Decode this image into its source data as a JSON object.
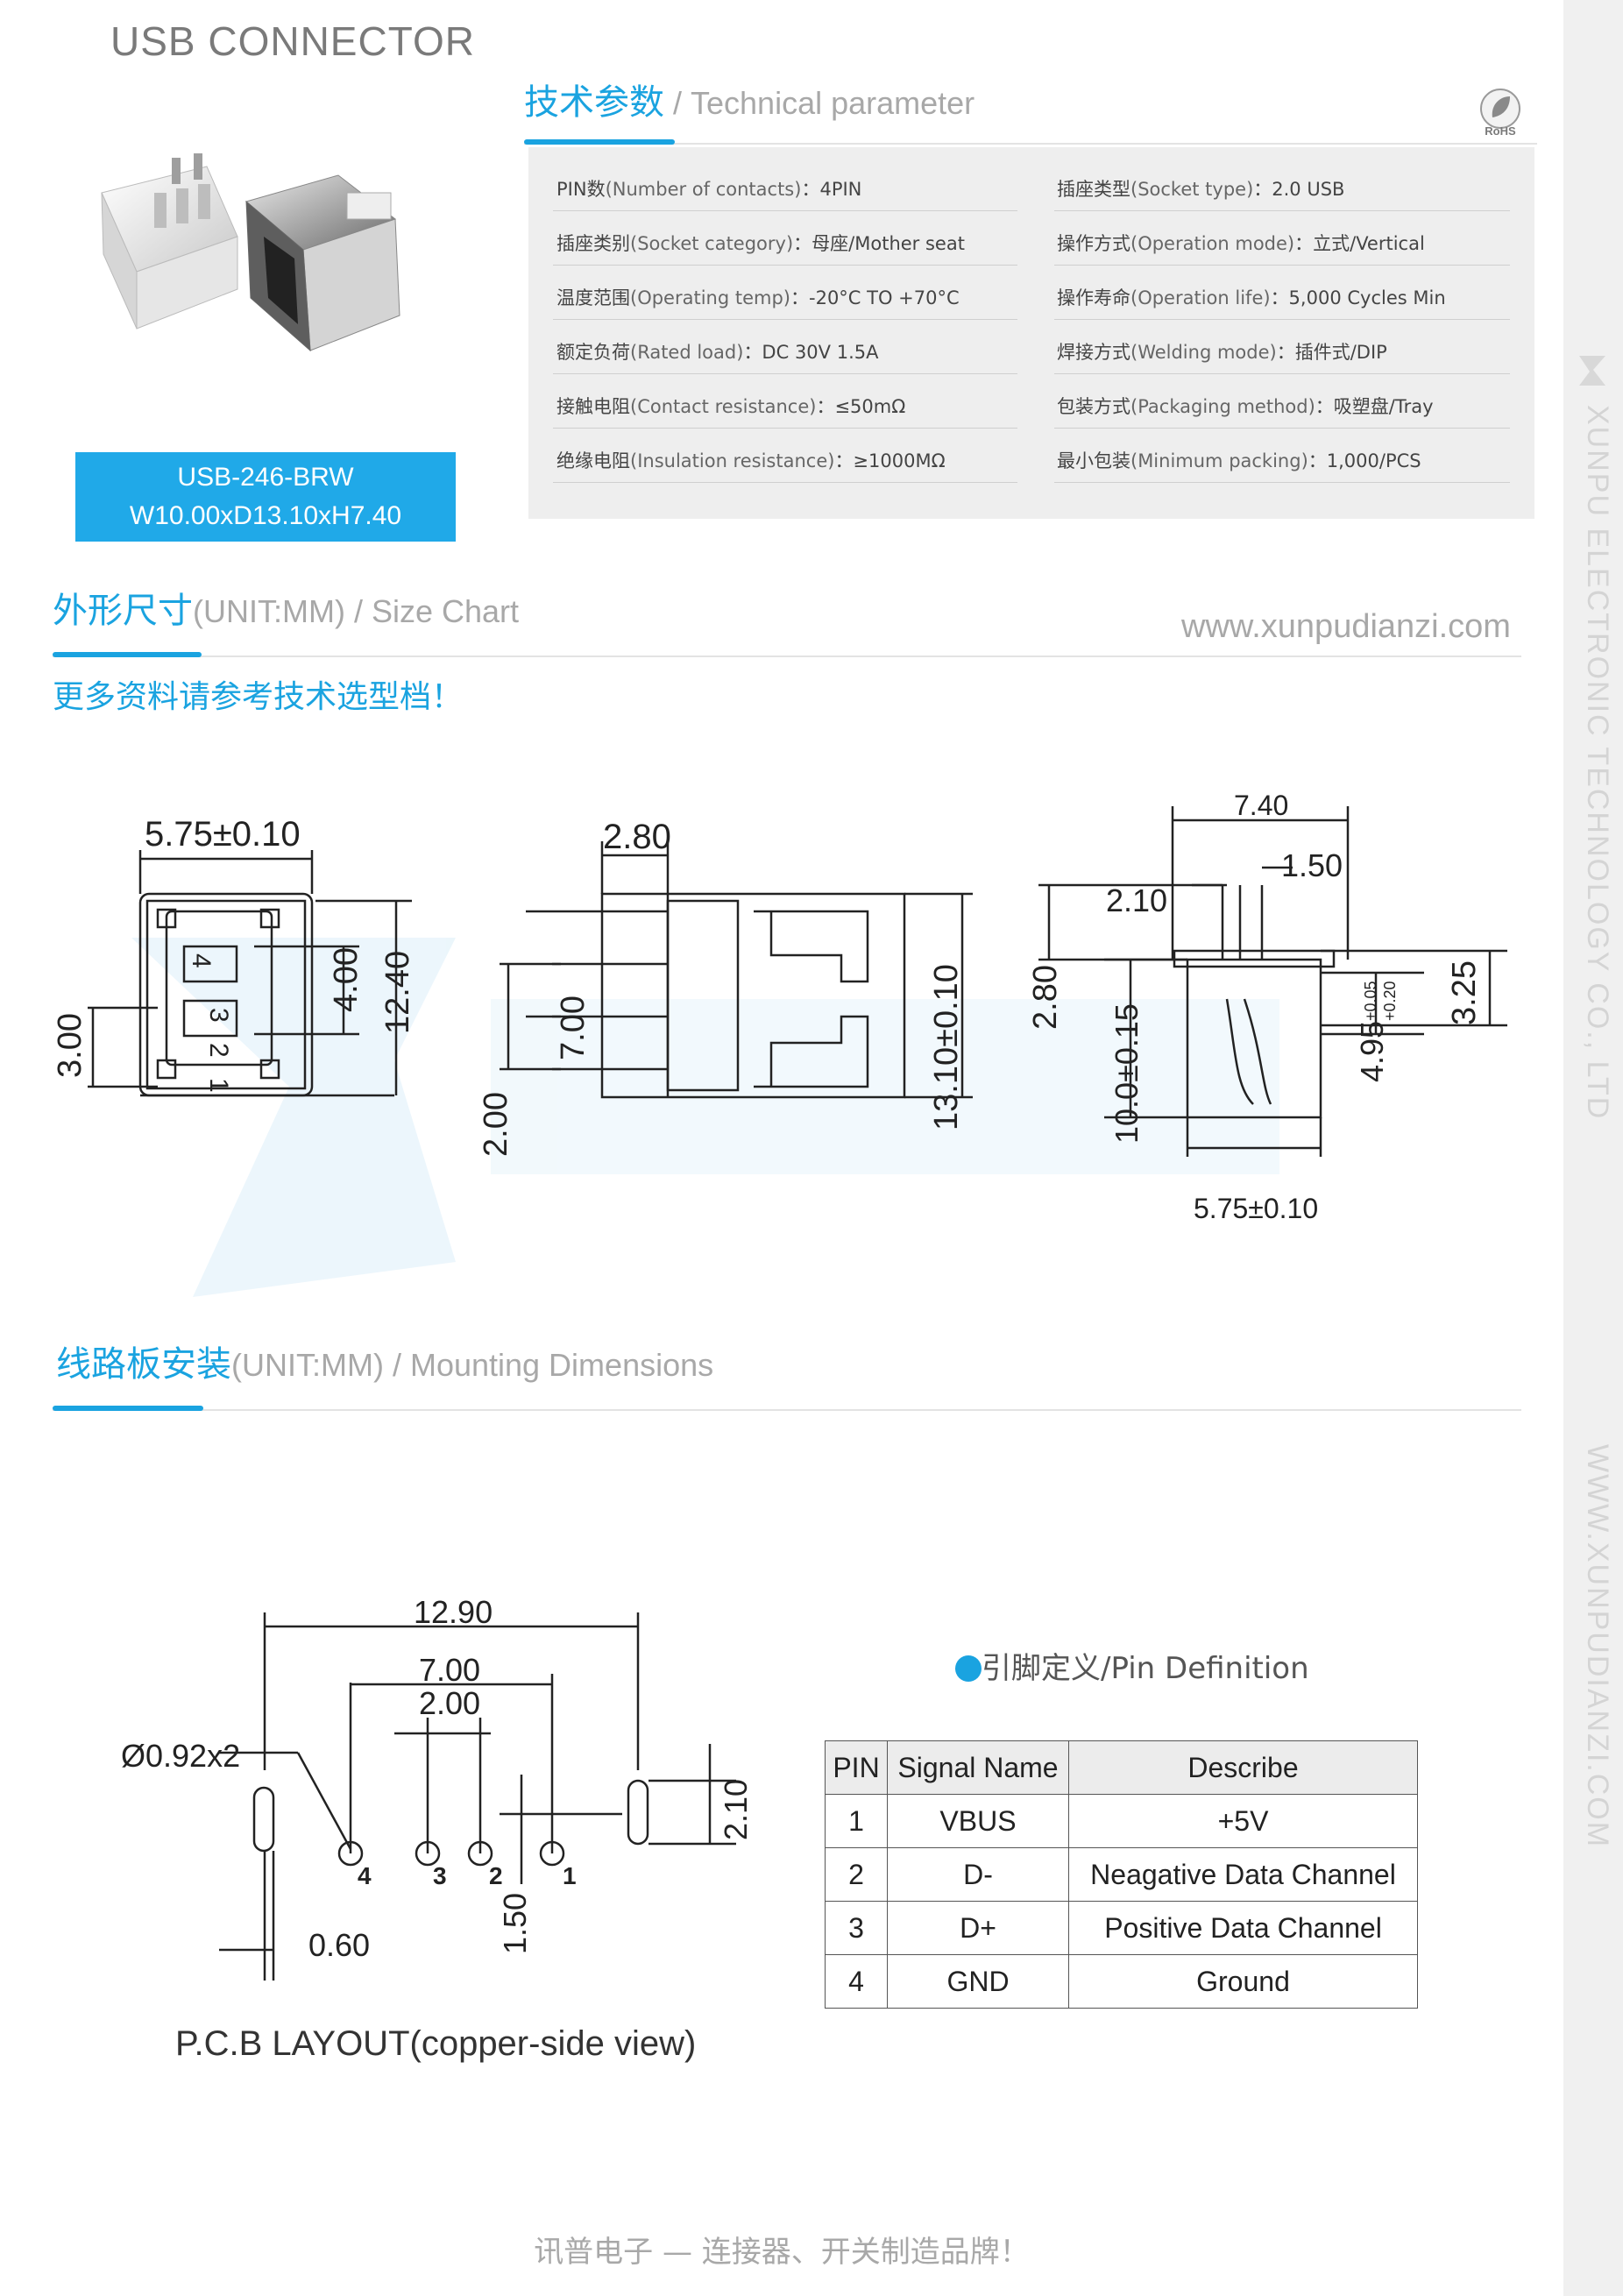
{
  "header": {
    "title": "USB CONNECTOR"
  },
  "tech": {
    "title_cn": "技术参数",
    "title_en": " / Technical parameter",
    "rohs": "RoHS",
    "params_left": [
      {
        "label": "PIN数",
        "en": "(Number of contacts)",
        "value": "：4PIN"
      },
      {
        "label": "插座类别",
        "en": "(Socket category)",
        "value": "：母座/Mother seat"
      },
      {
        "label": "温度范围",
        "en": "(Operating temp)",
        "value": "：-20°C TO +70°C"
      },
      {
        "label": "额定负荷",
        "en": "(Rated load)",
        "value": "：DC 30V 1.5A"
      },
      {
        "label": "接触电阻",
        "en": "(Contact resistance)",
        "value": "：≤50mΩ"
      },
      {
        "label": "绝缘电阻",
        "en": "(Insulation resistance)",
        "value": "：≥1000MΩ"
      }
    ],
    "params_right": [
      {
        "label": "插座类型",
        "en": "(Socket type)",
        "value": "：2.0 USB"
      },
      {
        "label": "操作方式",
        "en": "(Operation mode)",
        "value": "：立式/Vertical"
      },
      {
        "label": "操作寿命",
        "en": "(Operation life)",
        "value": "：5,000 Cycles Min"
      },
      {
        "label": "焊接方式",
        "en": "(Welding mode)",
        "value": "：插件式/DIP"
      },
      {
        "label": "包装方式",
        "en": "(Packaging method)",
        "value": "：吸塑盘/Tray"
      },
      {
        "label": "最小包装",
        "en": "(Minimum packing)",
        "value": "：1,000/PCS"
      }
    ]
  },
  "model": {
    "line1": "USB-246-BRW",
    "line2": "W10.00xD13.10xH7.40"
  },
  "size_chart": {
    "title_cn": "外形尺寸",
    "title_en": "(UNIT:MM) / Size Chart",
    "website": "www.xunpudianzi.com",
    "note": "更多资料请参考技术选型档！",
    "dims": {
      "top_width": "5.75±0.10",
      "d300": "3.00",
      "d400": "4.00",
      "d1240": "12.40",
      "pin4": "4",
      "pin3": "3",
      "pin2": "2",
      "pin1": "1",
      "d280a": "2.80",
      "d700": "7.00",
      "d200": "2.00",
      "d1310": "13.10±0.10",
      "d740": "7.40",
      "d150": "1.50",
      "d210": "2.10",
      "d280b": "2.80",
      "d1000": "10.0±0.15",
      "d495": "4.95",
      "tol_up": "+0.05",
      "tol_dn": "+0.20",
      "d325": "3.25",
      "bottom_width": "5.75±0.10"
    }
  },
  "mounting": {
    "title_cn": "线路板安装",
    "title_en": "(UNIT:MM) / Mounting Dimensions",
    "dims": {
      "d1290": "12.90",
      "d700": "7.00",
      "d200": "2.00",
      "dia": "Ø0.92x2",
      "d060": "0.60",
      "d150": "1.50",
      "d210": "2.10",
      "p4": "4",
      "p3": "3",
      "p2": "2",
      "p1": "1"
    },
    "caption": "P.C.B LAYOUT(copper-side view)"
  },
  "pin_def": {
    "title": "引脚定义/Pin Definition",
    "headers": [
      "PIN",
      "Signal Name",
      "Describe"
    ],
    "rows": [
      [
        "1",
        "VBUS",
        "+5V"
      ],
      [
        "2",
        "D-",
        "Neagative Data Channel"
      ],
      [
        "3",
        "D+",
        "Positive Data Channel"
      ],
      [
        "4",
        "GND",
        "Ground"
      ]
    ]
  },
  "footer": "讯普电子 — 连接器、开关制造品牌！",
  "sidebar": {
    "company": "XUNPU ELECTRONIC TECHNOLOGY CO., LTD",
    "url": "WWW.XUNPUDIANZI.COM"
  },
  "colors": {
    "accent": "#1aa3e0",
    "model_box": "#20a9e8",
    "param_bg": "#eeeeee"
  }
}
